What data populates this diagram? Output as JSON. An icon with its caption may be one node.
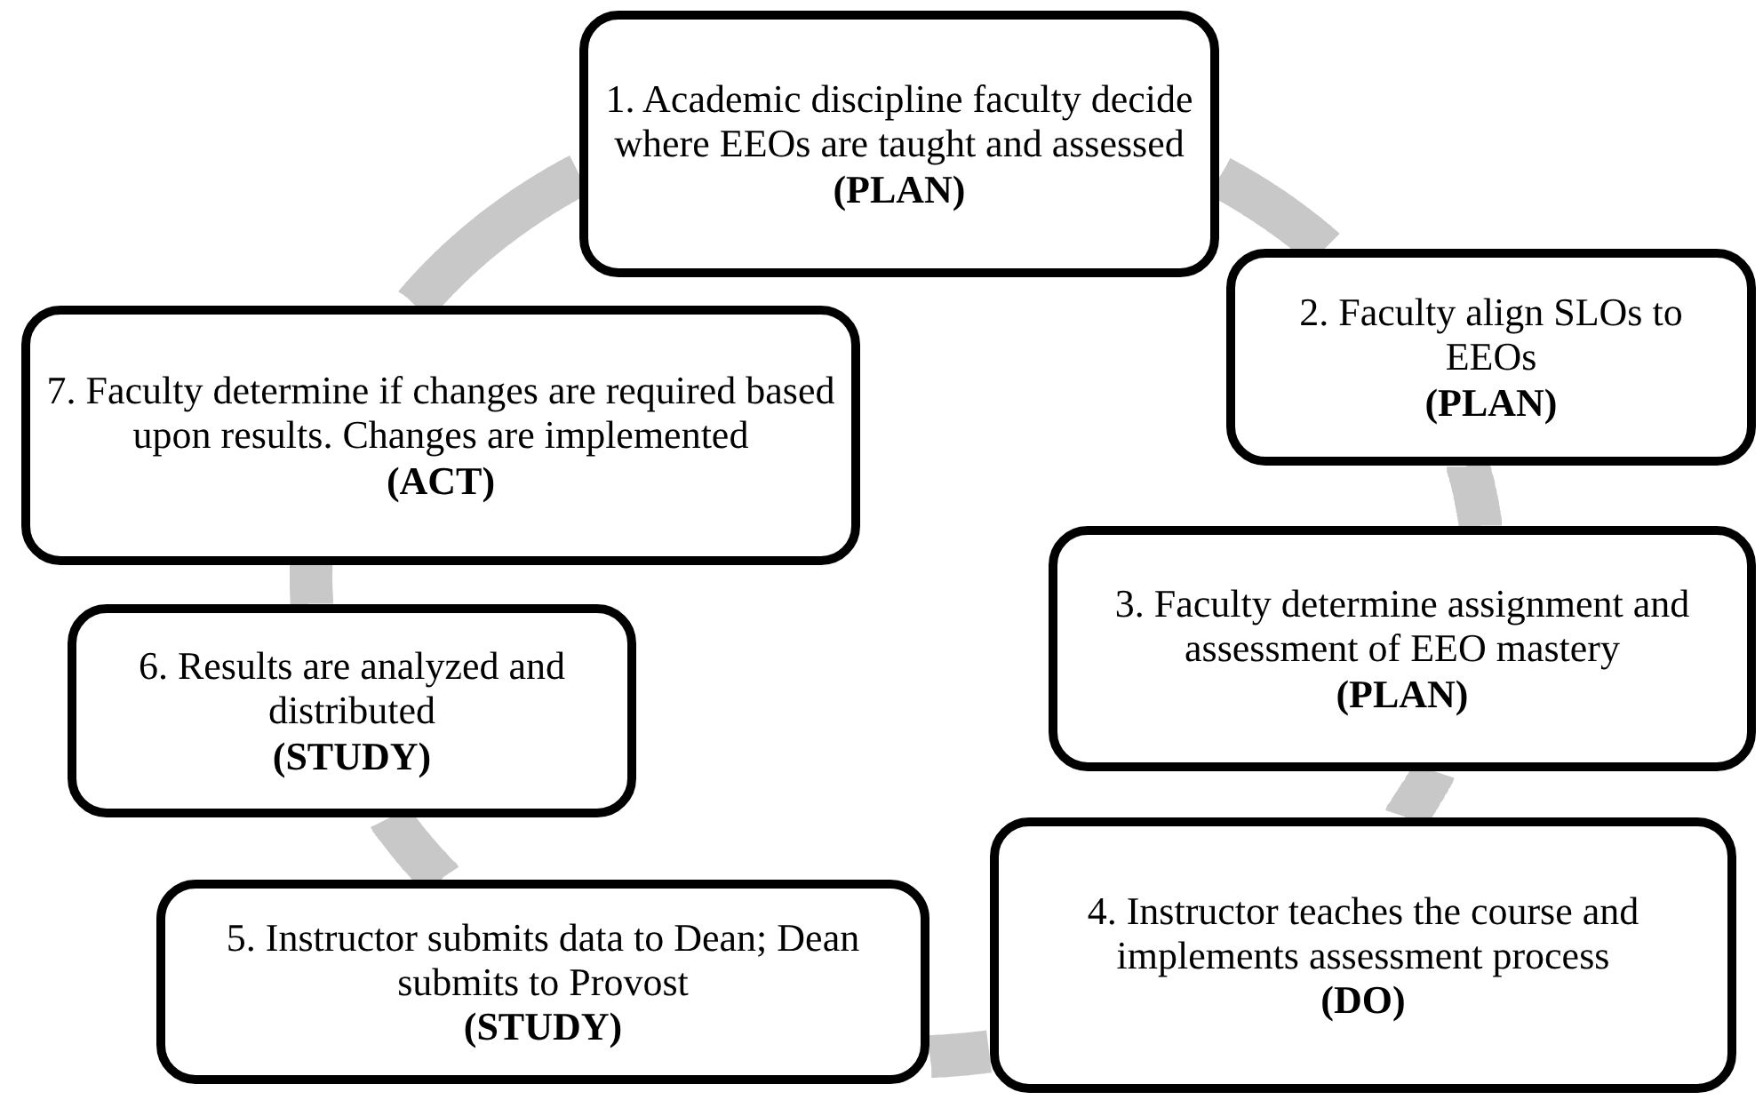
{
  "diagram": {
    "nodes": [
      {
        "text": [
          "1. Academic discipline faculty decide where EEOs are taught and assessed",
          "(PLAN)"
        ]
      },
      {
        "text": [
          "2. Faculty align SLOs to EEOs",
          "(PLAN)"
        ]
      },
      {
        "text": [
          "3. Faculty determine assignment and assessment of EEO mastery",
          "(PLAN)"
        ]
      },
      {
        "text": [
          "4. Instructor teaches the course and implements assessment process",
          "(DO)"
        ]
      },
      {
        "text": [
          "5. Instructor submits data to Dean; Dean submits to Provost",
          "(STUDY)"
        ]
      },
      {
        "text": [
          "6. Results are analyzed and distributed",
          "(STUDY)"
        ]
      },
      {
        "text": [
          "7. Faculty determine if changes are required based upon results.  Changes are implemented",
          "(ACT)"
        ]
      }
    ],
    "edges": [
      {
        "from": 0,
        "to": 1,
        "arrow": "none"
      },
      {
        "from": 1,
        "to": 2,
        "arrow": "none"
      },
      {
        "from": 2,
        "to": 3,
        "arrow": "none"
      },
      {
        "from": 3,
        "to": 4,
        "arrow": "none"
      },
      {
        "from": 4,
        "to": 5,
        "arrow": "none"
      },
      {
        "from": 5,
        "to": 6,
        "arrow": "none"
      },
      {
        "from": 6,
        "to": 0,
        "arrow": "none"
      }
    ]
  }
}
